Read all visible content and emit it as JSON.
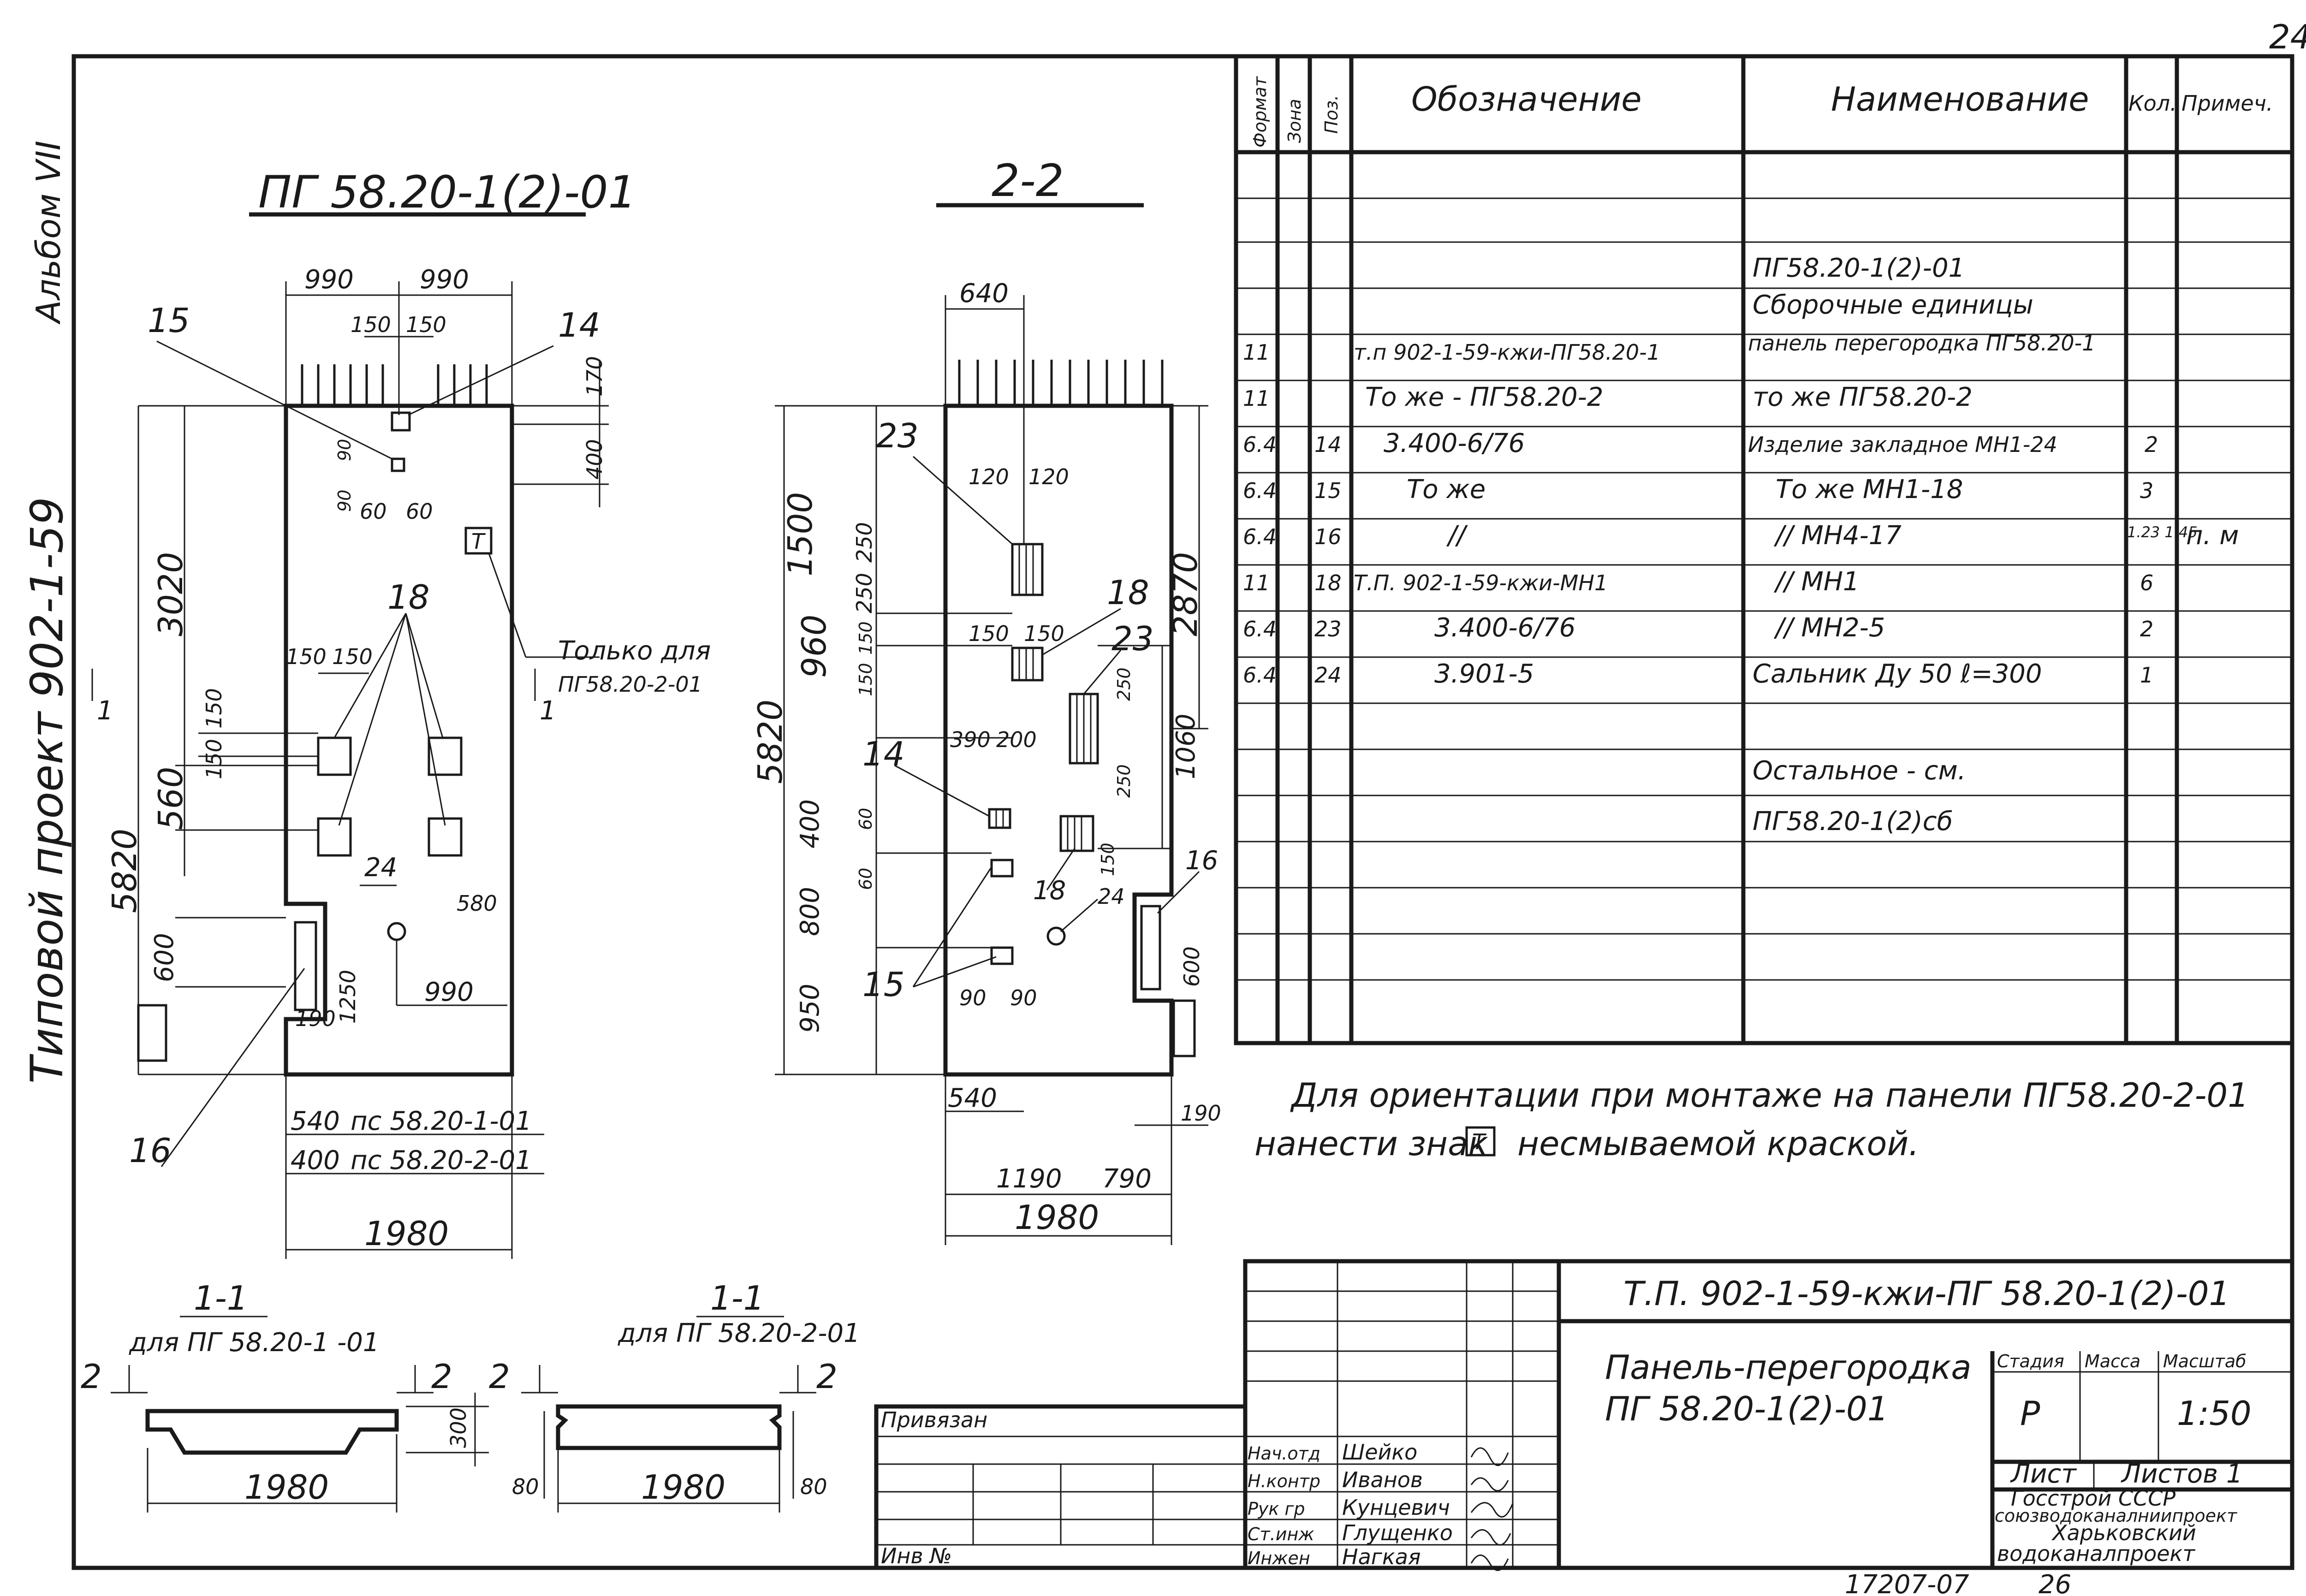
{
  "page_number": "24",
  "side": {
    "album": "Альбом VII",
    "project": "Типовой проект 902-1-59"
  },
  "views": {
    "facade": {
      "title": "ПГ 58.20-1(2)-01"
    },
    "section22": {
      "title": "2-2"
    },
    "sec11a": {
      "title": "1-1",
      "subtitle": "для ПГ 58.20-1 -01"
    },
    "sec11b": {
      "title": "1-1",
      "subtitle": "для ПГ 58.20-2-01"
    }
  },
  "dims": {
    "d990a": "990",
    "d990b": "990",
    "d150a": "150",
    "d150b": "150",
    "d170": "170",
    "d400": "400",
    "d90a": "90",
    "d90b": "90",
    "d60a": "60",
    "d60b": "60",
    "d3020": "3020",
    "d5820": "5820",
    "d150c": "150",
    "d150d": "150",
    "d150e": "150",
    "d150f": "150",
    "d560": "560",
    "d600": "600",
    "d1250": "1250",
    "d580": "580",
    "d990c": "990",
    "d190": "190",
    "d540": "540",
    "d400b": "400",
    "pc1": "пс 58.20-1-01",
    "pc2": "пс 58.20-2-01",
    "d1980": "1980",
    "s640": "640",
    "s1500": "1500",
    "s120a": "120",
    "s120b": "120",
    "s250a": "250",
    "s250b": "250",
    "s960": "960",
    "s150a": "150",
    "s150b": "150",
    "s150c": "150",
    "s150d": "150",
    "s2870": "2870",
    "s5820": "5820",
    "s390": "390",
    "s200": "200",
    "s250c": "250",
    "s250d": "250",
    "s1060": "1060",
    "s400": "400",
    "s60a": "60",
    "s60b": "60",
    "s800": "800",
    "s950": "950",
    "s150e": "150",
    "s90a": "90",
    "s90b": "90",
    "s540": "540",
    "s600": "600",
    "s190": "190",
    "s1190": "1190",
    "s790": "790",
    "s1980": "1980",
    "c300": "300",
    "c80a": "80",
    "c80b": "80",
    "c1980a": "1980",
    "c1980b": "1980"
  },
  "marks": {
    "m15": "15",
    "m14": "14",
    "m18": "18",
    "m24": "24",
    "m16": "16",
    "mT": "Т",
    "only_for": "Только для",
    "only_for2": "ПГ58.20-2-01",
    "cut1": "1",
    "cut1b": "1",
    "s23a": "23",
    "s18": "18",
    "s23b": "23",
    "s14": "14",
    "s18b": "18",
    "s24": "24",
    "s16": "16",
    "s15": "15",
    "c2a": "2",
    "c2b": "2",
    "c2c": "2",
    "c2d": "2"
  },
  "spec": {
    "headers": {
      "format": "Формат",
      "zone": "Зона",
      "pos": "Поз.",
      "designation": "Обозначение",
      "name": "Наименование",
      "qty": "Кол.",
      "note": "Примеч."
    },
    "rows": [
      {
        "format": "",
        "pos": "",
        "designation": "",
        "name": "ПГ58.20-1(2)-01",
        "qty": "",
        "note": ""
      },
      {
        "format": "",
        "pos": "",
        "designation": "",
        "name": "Сборочные единицы",
        "qty": "",
        "note": ""
      },
      {
        "format": "11",
        "pos": "",
        "designation": "т.п 902-1-59-кжи-ПГ58.20-1",
        "name": "панель перегородка ПГ58.20-1",
        "qty": "",
        "note": ""
      },
      {
        "format": "11",
        "pos": "",
        "designation": "То же - ПГ58.20-2",
        "name": "то же ПГ58.20-2",
        "qty": "",
        "note": ""
      },
      {
        "format": "6.4",
        "pos": "14",
        "designation": "3.400-6/76",
        "name": "Изделие закладное МН1-24",
        "qty": "2",
        "note": ""
      },
      {
        "format": "6.4",
        "pos": "15",
        "designation": "То же",
        "name": "То же МН1-18",
        "qty": "3",
        "note": ""
      },
      {
        "format": "6.4",
        "pos": "16",
        "designation": "//",
        "name": "// МН4-17",
        "qty": "1.23 1.45",
        "note": "п. м"
      },
      {
        "format": "11",
        "pos": "18",
        "designation": "Т.П. 902-1-59-кжи-МН1",
        "name": "// МН1",
        "qty": "6",
        "note": ""
      },
      {
        "format": "6.4",
        "pos": "23",
        "designation": "3.400-6/76",
        "name": "// МН2-5",
        "qty": "2",
        "note": ""
      },
      {
        "format": "6.4",
        "pos": "24",
        "designation": "3.901-5",
        "name": "Сальник Ду 50 ℓ=300",
        "qty": "1",
        "note": ""
      },
      {
        "format": "",
        "pos": "",
        "designation": "",
        "name": "Остальное - см.",
        "qty": "",
        "note": ""
      },
      {
        "format": "",
        "pos": "",
        "designation": "",
        "name": "ПГ58.20-1(2)сб",
        "qty": "",
        "note": ""
      }
    ]
  },
  "note_text": {
    "line1": "Для ориентации при монтаже на панели ПГ58.20-2-01",
    "line2a": "нанести знак",
    "line2_mark": "Т",
    "line2b": "несмываемой краской."
  },
  "title_block": {
    "doc_code": "Т.П. 902-1-59-кжи-ПГ 58.20-1(2)-01",
    "title_line1": "Панель-перегородка",
    "title_line2": "ПГ 58.20-1(2)-01",
    "stage_label": "Стадия",
    "mass_label": "Масса",
    "scale_label": "Масштаб",
    "stage_value": "Р",
    "mass_value": "",
    "scale_value": "1:50",
    "sheet_label": "Лист",
    "sheets_label": "Листов 1",
    "org1": "Госстрой СССР",
    "org2": "союзводоканалниипроект",
    "org3": "Харьковский",
    "org4": "водоканалпроект",
    "privyazan": "Привязан",
    "inv": "Инв №",
    "roles": [
      {
        "role": "Нач.отд",
        "name": "Шейко"
      },
      {
        "role": "Н.контр",
        "name": "Иванов"
      },
      {
        "role": "Рук гр",
        "name": "Кунцевич"
      },
      {
        "role": "Ст.инж",
        "name": "Глущенко"
      },
      {
        "role": "Инжен",
        "name": "Нагкая"
      }
    ]
  },
  "footer": {
    "number": "17207-07",
    "sheet": "26"
  }
}
